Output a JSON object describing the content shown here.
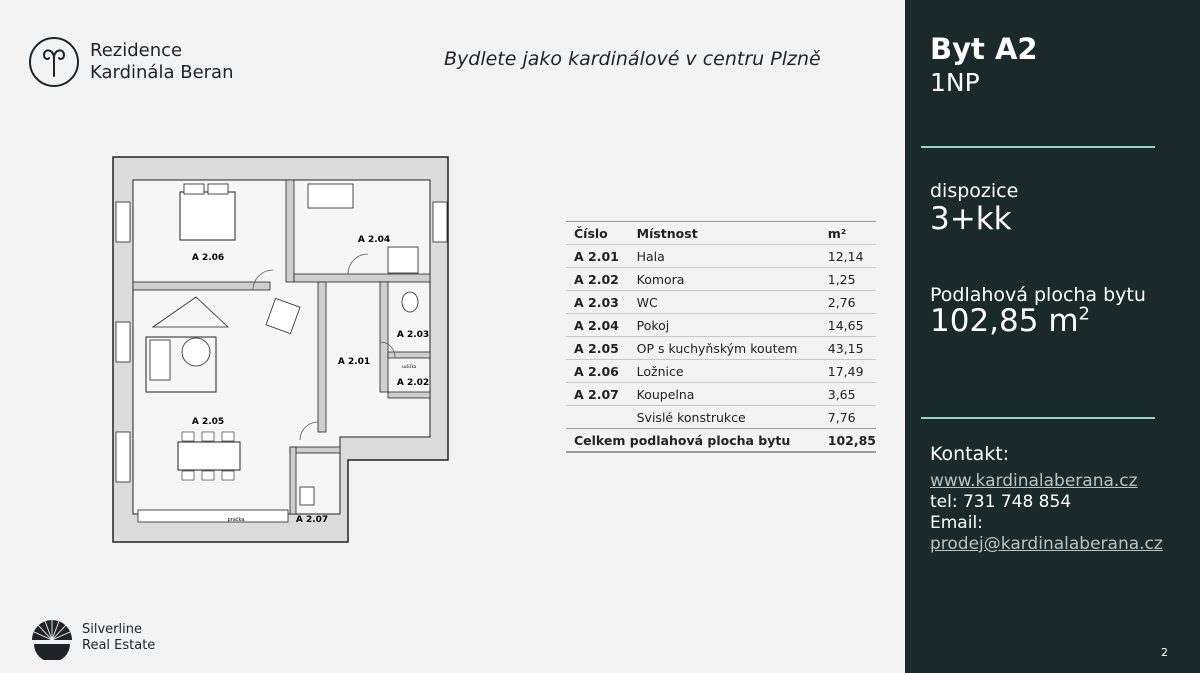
{
  "brand": {
    "line1": "Rezidence",
    "line2": "Kardinála Beran"
  },
  "tagline": "Bydlete jako kardinálové v centru Plzně",
  "plan": {
    "rooms": [
      "A 2.06",
      "A 2.04",
      "A 2.03",
      "A 2.01",
      "A 2.02",
      "A 2.05",
      "A 2.07"
    ],
    "small_labels": [
      "pračka",
      "sušička"
    ]
  },
  "table": {
    "headers": [
      "Číslo",
      "Místnost",
      "m²"
    ],
    "rows": [
      [
        "A 2.01",
        "Hala",
        "12,14"
      ],
      [
        "A 2.02",
        "Komora",
        "1,25"
      ],
      [
        "A 2.03",
        "WC",
        "2,76"
      ],
      [
        "A 2.04",
        "Pokoj",
        "14,65"
      ],
      [
        "A 2.05",
        "OP s kuchyňským koutem",
        "43,15"
      ],
      [
        "A 2.06",
        "Ložnice",
        "17,49"
      ],
      [
        "A 2.07",
        "Koupelna",
        "3,65"
      ],
      [
        "",
        "Svislé konstrukce",
        "7,76"
      ]
    ],
    "total_label": "Celkem podlahová plocha bytu",
    "total_value": "102,85"
  },
  "footer": {
    "line1": "Silverline",
    "line2": "Real Estate"
  },
  "side": {
    "title": "Byt A2",
    "floor": "1NP",
    "dispo_label": "dispozice",
    "dispo_value": "3+kk",
    "area_label": "Podlahová plocha bytu",
    "area_value": "102,85 m",
    "area_unit_exp": "2",
    "contact_head": "Kontakt:",
    "web": "www.kardinalaberana.cz",
    "tel": "tel: 731 748 854",
    "email_label": "Email:",
    "email": "prodej@kardinalaberana.cz",
    "page_number": "2"
  },
  "colors": {
    "panel": "#1a2a2b",
    "accent_rule": "#8fd7c4",
    "page_bg": "#f3f3f3"
  }
}
